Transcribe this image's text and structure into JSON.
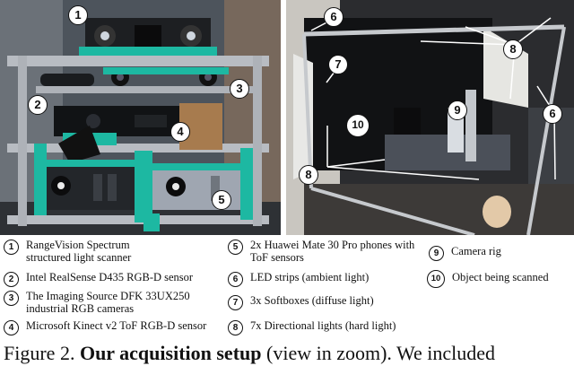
{
  "callouts_left": [
    "1",
    "2",
    "3",
    "4",
    "5"
  ],
  "callouts_right": [
    "6",
    "7",
    "8",
    "9",
    "10",
    "6",
    "8"
  ],
  "legend": [
    {
      "num": "1",
      "text": "RangeVision Spectrum structured light scanner"
    },
    {
      "num": "2",
      "text": "Intel RealSense D435 RGB-D sensor"
    },
    {
      "num": "3",
      "text": "The Imaging Source DFK 33UX250 industrial RGB cameras"
    },
    {
      "num": "4",
      "text": "Microsoft Kinect v2 ToF RGB-D sensor"
    },
    {
      "num": "5",
      "text": "2x Huawei Mate 30 Pro phones with ToF sensors"
    },
    {
      "num": "6",
      "text": "LED strips (ambient light)"
    },
    {
      "num": "7",
      "text": "3x Softboxes (diffuse light)"
    },
    {
      "num": "8",
      "text": "7x Directional lights (hard light)"
    },
    {
      "num": "9",
      "text": "Camera rig"
    },
    {
      "num": "10",
      "text": "Object being scanned"
    }
  ],
  "caption": {
    "prefix": "Figure 2.",
    "bold": "Our acquisition setup",
    "rest": "(view in zoom). We included"
  },
  "colors": {
    "rig_green": "#1db8a2",
    "frame_gray": "#b8bcc2"
  }
}
